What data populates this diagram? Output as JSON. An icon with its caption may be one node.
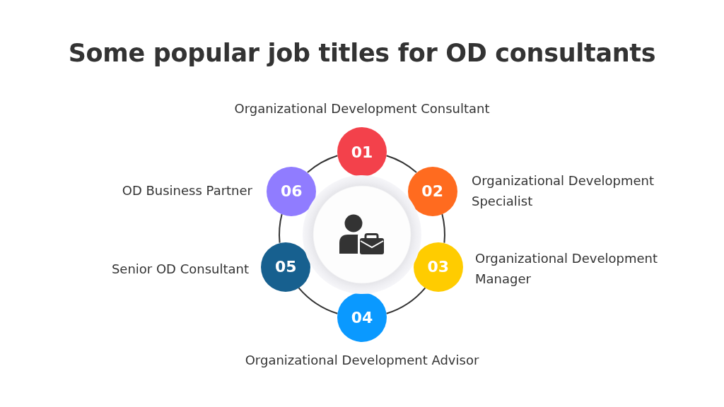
{
  "diagram": {
    "title": "Some popular job titles for OD consultants",
    "nodes": [
      {
        "text": [
          "01"
        ],
        "beside": [
          "Organizational Development Consultant"
        ]
      },
      {
        "text": [
          "02"
        ],
        "beside": [
          "Organizational Development Specialist"
        ]
      },
      {
        "text": [
          "03"
        ],
        "beside": [
          "Organizational Development Manager"
        ]
      },
      {
        "text": [
          "04"
        ],
        "beside": [
          "Organizational Development Advisor"
        ]
      },
      {
        "text": [
          "05"
        ],
        "beside": [
          "Senior OD Consultant"
        ]
      },
      {
        "text": [
          "06"
        ],
        "beside": [
          "OD Business Partner"
        ]
      },
      {
        "text": [],
        "shape": "circle"
      }
    ],
    "edges": [
      {
        "from": 0,
        "to": 1,
        "arrow": "none"
      },
      {
        "from": 1,
        "to": 2,
        "arrow": "none"
      },
      {
        "from": 2,
        "to": 3,
        "arrow": "none"
      },
      {
        "from": 3,
        "to": 4,
        "arrow": "none"
      },
      {
        "from": 4,
        "to": 5,
        "arrow": "none"
      },
      {
        "from": 5,
        "to": 0,
        "arrow": "none"
      }
    ]
  }
}
